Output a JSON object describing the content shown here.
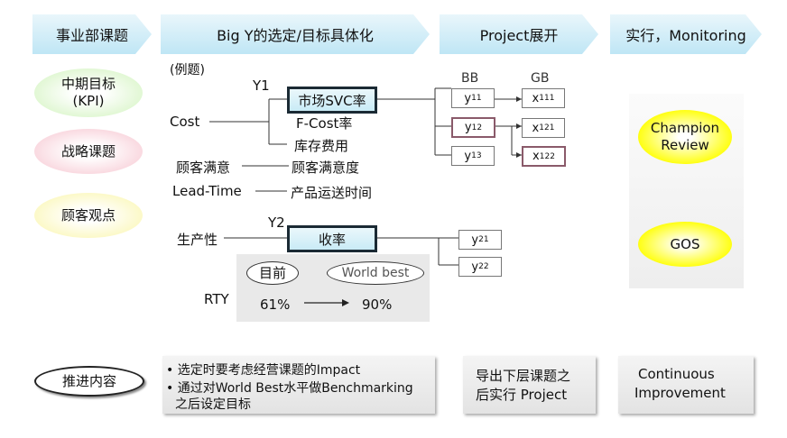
{
  "headers": {
    "h1": "事业部课题",
    "h2": "Big Y的选定/目标具体化",
    "h3": "Project展开",
    "h4": "实行，Monitoring"
  },
  "left_ovals": {
    "kpi_line1": "中期目标",
    "kpi_line2": "(KPI)",
    "strategy": "战略课题",
    "customer": "顾客观点",
    "promote": "推进内容"
  },
  "example_label": "(例题)",
  "y1": {
    "label": "Y1",
    "main": "市场SVC率",
    "fcost": "F-Cost率",
    "stock": "库存费用",
    "cost": "Cost",
    "cust_sat_left": "顾客满意",
    "cust_sat_right": "顾客满意度",
    "lead_left": "Lead-Time",
    "lead_right": "产品运送时间"
  },
  "y2": {
    "label": "Y2",
    "main": "收率",
    "left": "生产性"
  },
  "project": {
    "bb": "BB",
    "gb": "GB",
    "y_letter": "y",
    "x_letter": "x",
    "y11": "11",
    "y12": "12",
    "y13": "13",
    "x111": "111",
    "x121": "121",
    "x122": "122",
    "y21": "21",
    "y22": "22"
  },
  "rty": {
    "label": "RTY",
    "current_label": "目前",
    "best_label": "World best",
    "current_value": "61%",
    "best_value": "90%"
  },
  "monitoring": {
    "champion_line1": "Champion",
    "champion_line2": "Review",
    "gos": "GOS"
  },
  "bottom": {
    "bullet1": "• 选定时要考虑经营课题的Impact",
    "bullet2_line1": "• 通过对World Best水平做Benchmarking",
    "bullet2_line2": "之后设定目标",
    "project_line1": "导出下层课题之",
    "project_line2": "后实行 Project",
    "continuous_line1": "Continuous",
    "continuous_line2": "Improvement"
  },
  "colors": {
    "header_blue": "#bfe6f5",
    "kpi_green": "#d9f5c8",
    "strategy_pink": "#f8cfd8",
    "customer_yellow": "#fbf7b8",
    "champion_yellow": "#ffff00",
    "highlight_border": "#8a5a6a"
  }
}
